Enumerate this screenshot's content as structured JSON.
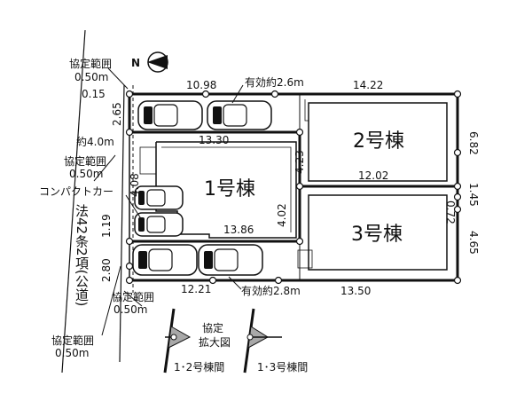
{
  "north_label": "N",
  "buildings": {
    "b1": "1号棟",
    "b2": "2号棟",
    "b3": "3号棟"
  },
  "dimensions": {
    "top_left": "10.98",
    "top_right": "14.22",
    "right_upper": "6.82",
    "right_mid": "1.45",
    "right_lower": "4.65",
    "bottom_left": "12.21",
    "bottom_right": "13.50",
    "b1_top": "13.30",
    "b1_bottom": "13.86",
    "b1_inner_right": "4.02",
    "b1_left": "4.08",
    "b2_left": "4.23",
    "b2_bottom": "12.02",
    "b3_right": "0.72",
    "left_265": "2.65",
    "left_015": "0.15",
    "left_119": "1.19",
    "left_280": "2.80"
  },
  "annotations": {
    "effective_top": "有効約2.6m",
    "effective_bottom": "有効約2.8m",
    "approx_4m": "約4.0m",
    "compact_car": "コンパクトカー",
    "road_label": "法42条2項(公道)"
  },
  "agreement": {
    "label": "協定範囲",
    "value": "0.50m"
  },
  "legend": {
    "title_line1": "協定",
    "title_line2": "拡大図",
    "caption_left": "1･2号棟間",
    "caption_right": "1･3号棟間"
  },
  "colors": {
    "line": "#111111",
    "legend_fill": "#a8a8a8"
  }
}
